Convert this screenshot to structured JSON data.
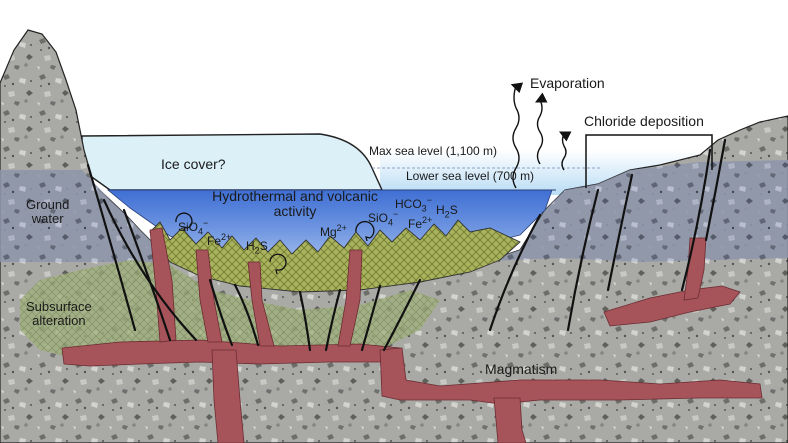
{
  "labels": {
    "ice_cover": "Ice cover?",
    "max_sea_level": "Max sea level (1,100 m)",
    "lower_sea_level": "Lower sea level (700 m)",
    "evaporation": "Evaporation",
    "chloride_deposition": "Chloride deposition",
    "ground_water_1": "Ground",
    "ground_water_2": "water",
    "hydrothermal_1": "Hydrothermal and volcanic",
    "hydrothermal_2": "activity",
    "subsurface_1": "Subsurface",
    "subsurface_2": "alteration",
    "magmatism": "Magmatism"
  },
  "species": {
    "sio4_left": "SiO",
    "sio4_left_sub": "4",
    "sio4_left_sup": "−",
    "fe_left": "Fe",
    "fe_left_sup": "2+",
    "h2s_left": "H",
    "h2s_left_sub": "2",
    "h2s_left_tail": "S",
    "mg": "Mg",
    "mg_sup": "2+",
    "sio4_right": "SiO",
    "sio4_right_sub": "4",
    "sio4_right_sup": "−",
    "hco3": "HCO",
    "hco3_sub": "3",
    "hco3_sup": "−",
    "fe_right": "Fe",
    "fe_right_sup": "2+",
    "h2s_right": "H",
    "h2s_right_sub": "2",
    "h2s_right_tail": "S"
  },
  "colors": {
    "rock": "#a9a9a6",
    "ground_water": "#8e96ad",
    "sea_deep": "#4b78d6",
    "sea_light": "#c9e6f8",
    "ice": "#dcf0f8",
    "sediment": "#a9b35e",
    "alteration": "#9fb073",
    "magma": "#a6545a",
    "line": "#111111"
  }
}
